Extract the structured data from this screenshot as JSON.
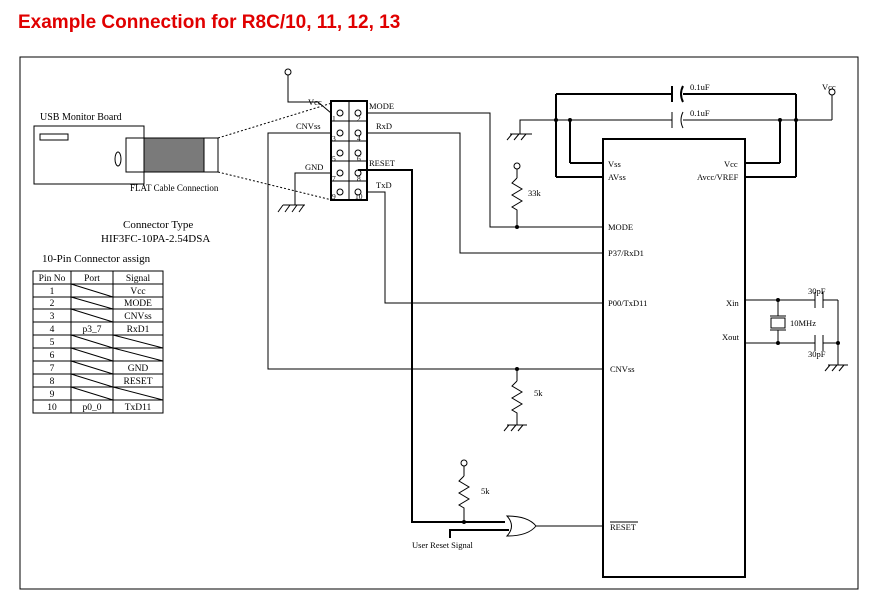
{
  "title": "Example Connection for R8C/10, 11, 12, 13",
  "usb_board": {
    "label": "USB Monitor Board",
    "cable_label": "FLAT Cable Connection"
  },
  "connector": {
    "type_label": "Connector Type",
    "part": "HIF3FC-10PA-2.54DSA"
  },
  "header_labels": {
    "vcc": "Vcc",
    "cnvss": "CNVss",
    "gnd": "GND",
    "mode": "MODE",
    "rxd": "RxD",
    "reset": "RESET",
    "txd": "TxD"
  },
  "pins": [
    "1",
    "2",
    "3",
    "4",
    "5",
    "6",
    "7",
    "8",
    "9",
    "10"
  ],
  "assign_table": {
    "title": "10-Pin Connector assign",
    "headers": [
      "Pin No",
      "Port",
      "Signal"
    ],
    "rows": [
      [
        "1",
        "",
        "Vcc"
      ],
      [
        "2",
        "",
        "MODE"
      ],
      [
        "3",
        "",
        "CNVss"
      ],
      [
        "4",
        "p3_7",
        "RxD1"
      ],
      [
        "5",
        "",
        ""
      ],
      [
        "6",
        "",
        ""
      ],
      [
        "7",
        "",
        "GND"
      ],
      [
        "8",
        "",
        "RESET"
      ],
      [
        "9",
        "",
        ""
      ],
      [
        "10",
        "p0_0",
        "TxD11"
      ]
    ]
  },
  "chip": {
    "vss": "Vss",
    "avss": "AVss",
    "vcc": "Vcc",
    "avcc": "Avcc/VREF",
    "mode": "MODE",
    "rxd": "P37/RxD1",
    "txd": "P00/TxD11",
    "xin": "Xin",
    "xout": "Xout",
    "cnvss": "CNVss",
    "reset": "RESET"
  },
  "components": {
    "cap1": "0.1uF",
    "cap2": "0.1uF",
    "vcc": "Vcc",
    "r_mode": "33k",
    "r_cnvss": "5k",
    "r_reset": "5k",
    "cap_xin": "30pF",
    "cap_xout": "30pF",
    "crystal": "10MHz",
    "user_reset": "User Reset Signal"
  }
}
